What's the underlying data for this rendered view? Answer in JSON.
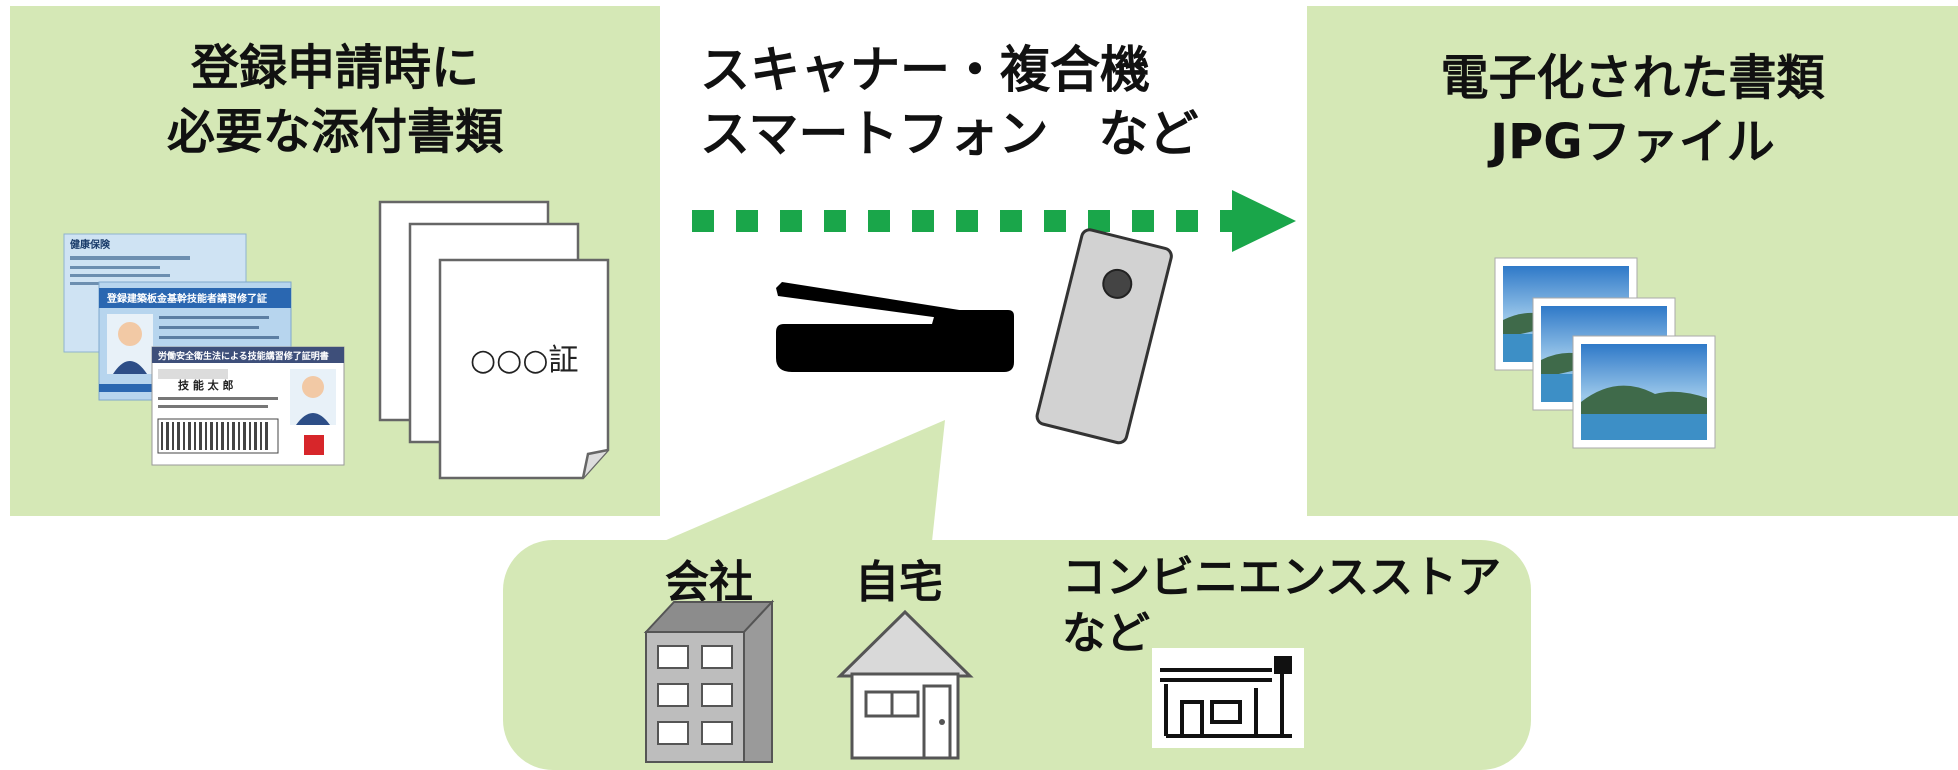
{
  "left_panel": {
    "title_lines": [
      "登録申請時に",
      "必要な添付書類"
    ],
    "document_label": "○○○証",
    "card_titles": [
      "健康保険",
      "登録建築板金基幹技能者講習修了証",
      "労働安全衛生法による技能講習修了証明書"
    ],
    "card_name": "技 能 太 郎"
  },
  "middle": {
    "title_lines": [
      "スキャナー・複合機",
      "スマートフォン　など"
    ]
  },
  "right_panel": {
    "title_lines": [
      "電子化された書類",
      "JPGファイル"
    ]
  },
  "locations": {
    "company": "会社",
    "home": "自宅",
    "store_lines": [
      "コンビニエンスストア",
      "など"
    ]
  },
  "colors": {
    "panel_green": "#d5e8b6",
    "arrow_green": "#1aa64a"
  },
  "icons": {
    "scanner": "scanner-icon",
    "smartphone": "smartphone-icon",
    "company": "office-building-icon",
    "home": "house-icon",
    "store": "convenience-store-icon",
    "image_files": "landscape-image-icon"
  }
}
